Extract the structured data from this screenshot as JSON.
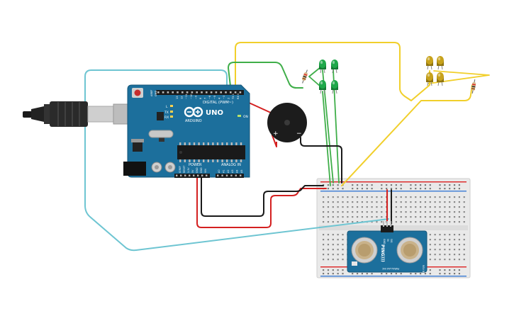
{
  "arduino": {
    "brand": "ARDUINO",
    "model": "UNO",
    "digital_label": "DIGITAL (PWM~)",
    "power_label": "POWER",
    "analog_label": "ANALOG IN",
    "on_label": "ON",
    "tx_label": "TX",
    "rx_label": "RX",
    "l_label": "L",
    "ioref_label": "IOREF",
    "reset_label": "RESET",
    "v33_label": "3.3V",
    "v5_label": "5V",
    "gnd_label": "GND",
    "vin_label": "VIN",
    "aref_label": "AREF",
    "digital_pins": [
      "13",
      "12",
      "~11",
      "~10",
      "~9",
      "8",
      "7",
      "~6",
      "~5",
      "4",
      "~3",
      "2",
      "TX 1",
      "RX 0"
    ],
    "analog_pins": [
      "A0",
      "A1",
      "A2",
      "A3",
      "A4",
      "A5"
    ]
  },
  "buzzer": {
    "plus": "+",
    "minus": "−"
  },
  "sensor": {
    "name": "PING)))",
    "sublabel": "PARALLAX INC",
    "rev": "REV B",
    "pins": [
      "GND",
      "5V",
      "SIG"
    ]
  },
  "icons": [
    "usb-cable-icon",
    "arduino-uno-board",
    "piezo-buzzer",
    "green-led",
    "yellow-led",
    "resistor",
    "breadboard",
    "ultrasonic-sensor"
  ],
  "colors": {
    "board": "#1c6f9c",
    "wire_cyan": "#6ec5d2",
    "wire_yellow": "#f1cf2b",
    "wire_green": "#3fae49",
    "wire_red": "#d42020",
    "wire_black": "#1a1a1a",
    "led_green": "#1fa84a",
    "led_yellow": "#c7a21c",
    "breadboard": "#eeeeee"
  }
}
